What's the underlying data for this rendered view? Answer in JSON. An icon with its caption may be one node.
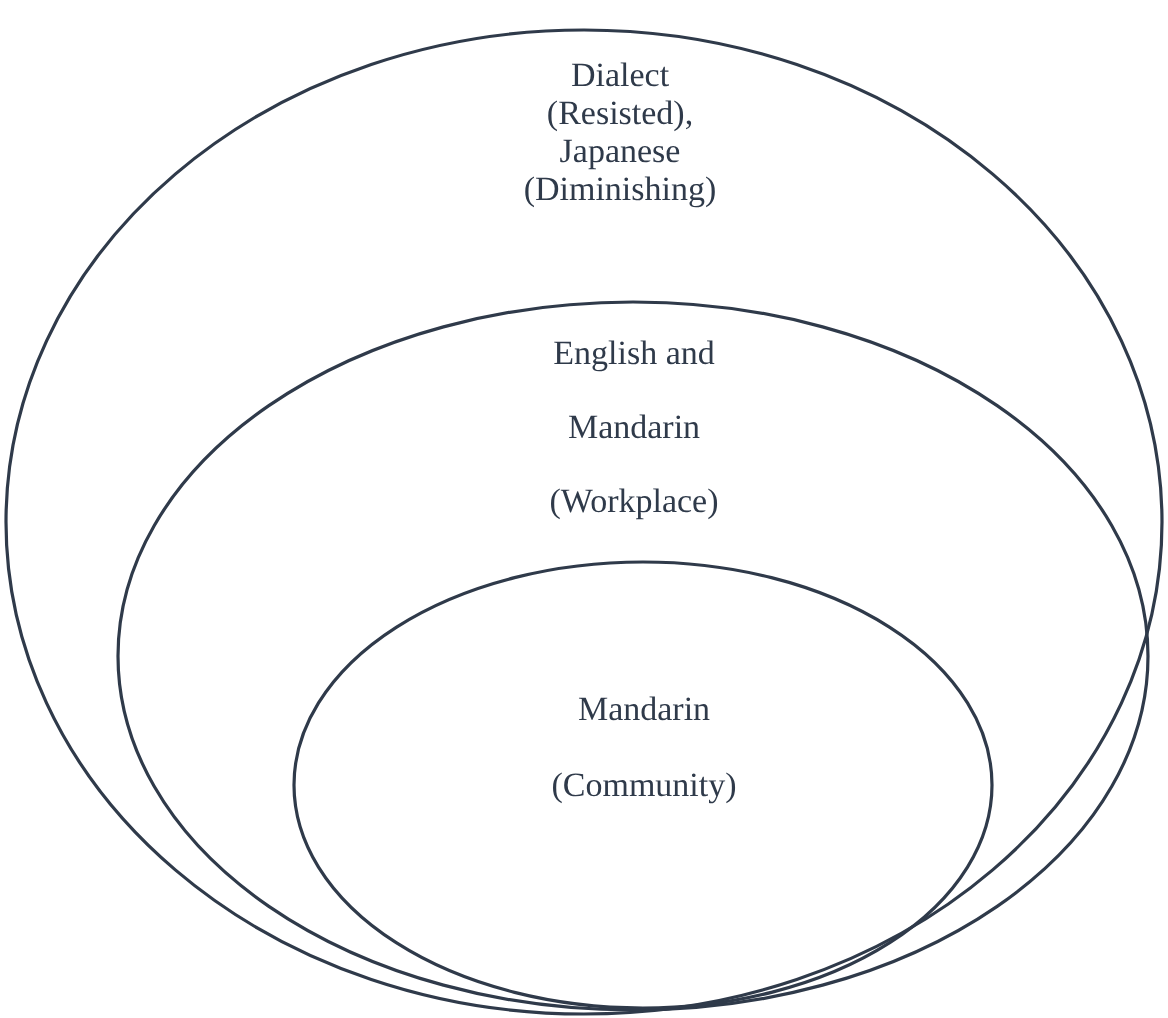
{
  "diagram": {
    "nodes": [
      {
        "text": [
          "Dialect (Resisted), Japanese (Diminishing)"
        ]
      },
      {
        "text": [
          "English and Mandarin (Workplace)"
        ],
        "in": 0
      },
      {
        "text": [
          "Mandarin (Community)"
        ],
        "in": 1
      }
    ]
  }
}
